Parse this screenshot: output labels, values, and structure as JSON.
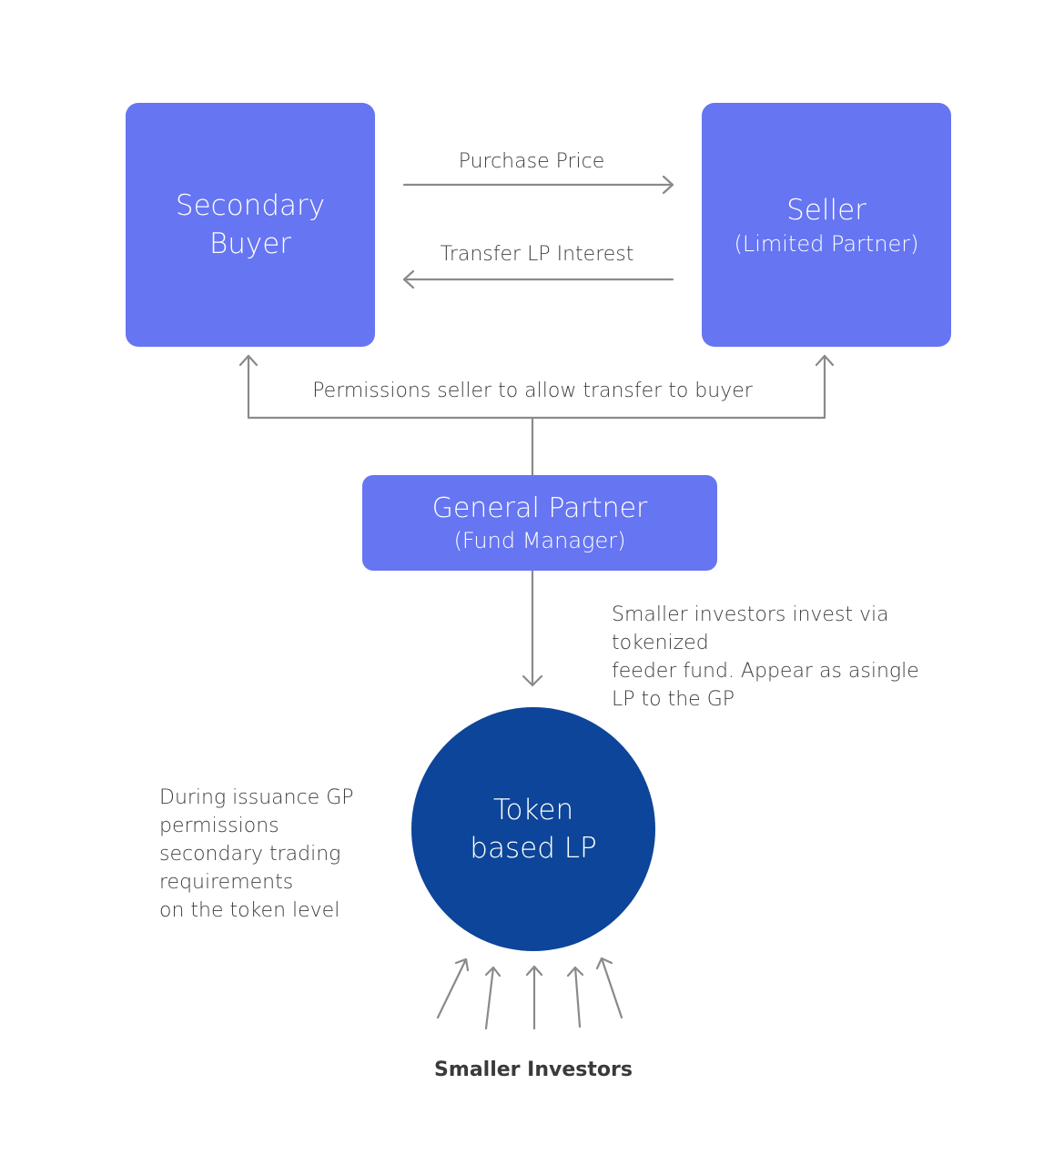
{
  "colors": {
    "box_fill": "#6675f1",
    "token_fill": "#0c4599",
    "arrow": "#8a8a8a",
    "text": "#3e3e3e"
  },
  "nodes": {
    "secondary_buyer": {
      "lines": [
        "Secondary",
        "Buyer"
      ]
    },
    "seller": {
      "title": "Seller",
      "subtitle": "(Limited Partner)"
    },
    "general_partner": {
      "title": "General Partner",
      "subtitle": "(Fund Manager)"
    },
    "token_lp": {
      "lines": [
        "Token",
        "based LP"
      ]
    }
  },
  "edges": {
    "purchase_price": "Purchase Price",
    "transfer_lp_interest": "Transfer LP Interest",
    "permissions": "Permissions seller to allow transfer to buyer"
  },
  "notes": {
    "smaller_investors_note": [
      "Smaller investors invest via",
      "tokenized",
      "feeder fund. Appear as asingle",
      "LP to the GP"
    ],
    "issuance_note": [
      "During issuance GP",
      "permissions",
      "secondary trading",
      "requirements",
      "on the token level"
    ]
  },
  "investors_label": "Smaller Investors"
}
